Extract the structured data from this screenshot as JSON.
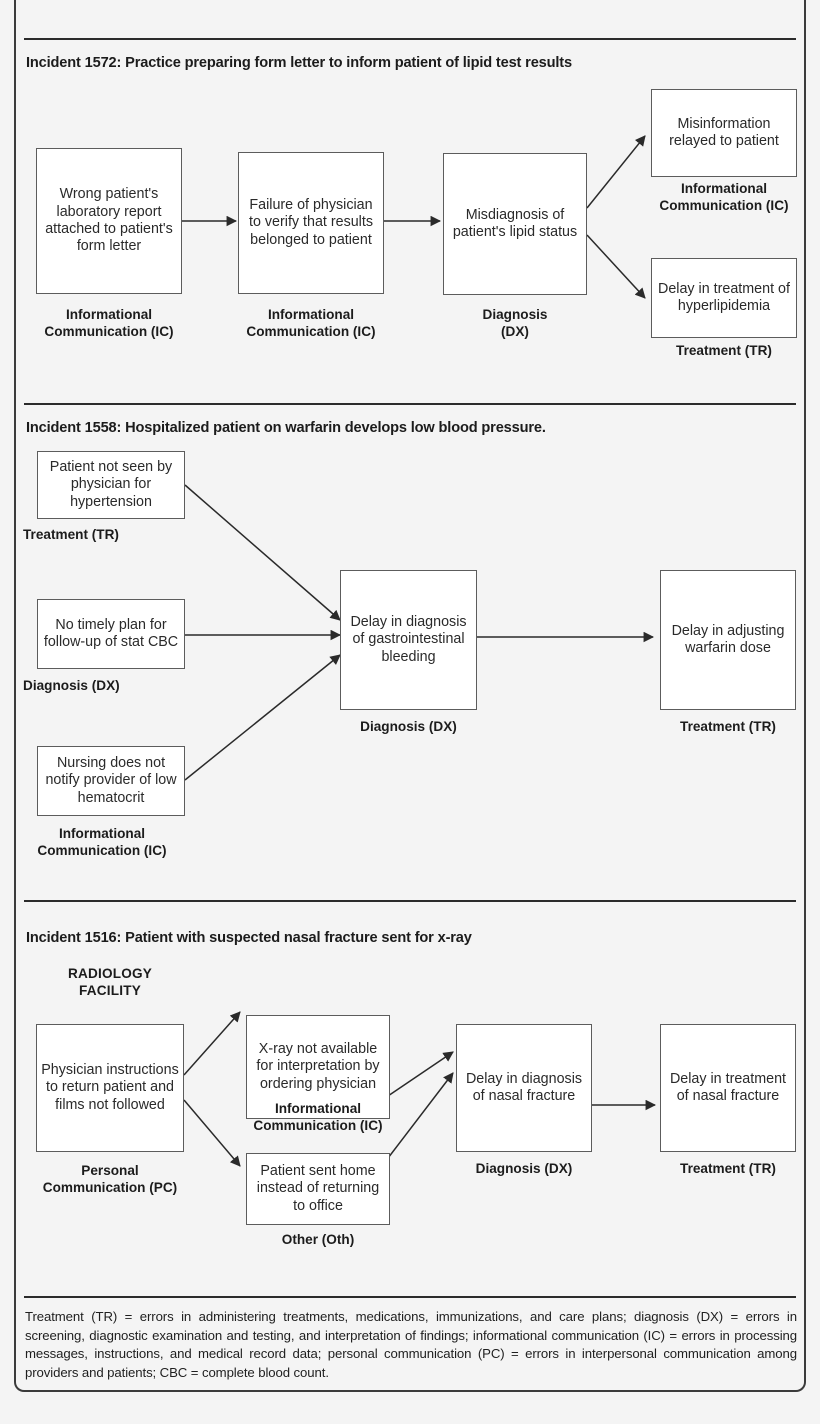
{
  "figure": {
    "sections": [
      {
        "id": "incident-1572",
        "title": "Incident 1572: Practice preparing form letter to inform patient of lipid test results",
        "nodes": [
          {
            "id": "n1572-a",
            "text": "Wrong patient's laboratory report attached to patient's form letter",
            "category": "Informational\nCommunication (IC)"
          },
          {
            "id": "n1572-b",
            "text": "Failure of physician to verify that results belonged to patient",
            "category": "Informational\nCommunication (IC)"
          },
          {
            "id": "n1572-c",
            "text": "Misdiagnosis of patient's lipid status",
            "category": "Diagnosis\n(DX)"
          },
          {
            "id": "n1572-d",
            "text": "Misinformation relayed to patient",
            "category": "Informational\nCommunication (IC)"
          },
          {
            "id": "n1572-e",
            "text": "Delay in treatment of hyperlipidemia",
            "category": "Treatment (TR)"
          }
        ]
      },
      {
        "id": "incident-1558",
        "title": "Incident 1558: Hospitalized patient on warfarin develops low blood pressure.",
        "nodes": [
          {
            "id": "n1558-a",
            "text": "Patient not seen by physician for hypertension",
            "category": "Treatment (TR)"
          },
          {
            "id": "n1558-b",
            "text": "No timely plan for follow-up of stat CBC",
            "category": "Diagnosis (DX)"
          },
          {
            "id": "n1558-c",
            "text": "Nursing does not notify provider of low hematocrit",
            "category": "Informational\nCommunication (IC)"
          },
          {
            "id": "n1558-d",
            "text": "Delay in diagnosis of gastrointestinal bleeding",
            "category": "Diagnosis (DX)"
          },
          {
            "id": "n1558-e",
            "text": "Delay in adjusting warfarin dose",
            "category": "Treatment (TR)"
          }
        ]
      },
      {
        "id": "incident-1516",
        "title": "Incident 1516: Patient with suspected nasal fracture sent for x-ray",
        "facility_label": "RADIOLOGY\nFACILITY",
        "nodes": [
          {
            "id": "n1516-a",
            "text": "Physician instructions to return patient and films not followed",
            "category": "Personal\nCommunication (PC)"
          },
          {
            "id": "n1516-b",
            "text": "X-ray not available for interpretation by ordering physician",
            "category": "Informational\nCommunication (IC)"
          },
          {
            "id": "n1516-c",
            "text": "Patient sent home instead of returning to office",
            "category": "Other (Oth)"
          },
          {
            "id": "n1516-d",
            "text": "Delay in diagnosis of nasal fracture",
            "category": "Diagnosis (DX)"
          },
          {
            "id": "n1516-e",
            "text": "Delay in treatment of nasal fracture",
            "category": "Treatment (TR)"
          }
        ]
      }
    ],
    "footnote": "Treatment (TR) = errors in administering treatments, medications, immunizations, and care plans; diagnosis (DX) = errors in screening, diagnostic examination and testing, and interpretation of findings; informational communication (IC) = errors in processing messages, instructions, and medical record data; personal communication (PC) = errors in interpersonal communication among providers and patients; CBC = complete blood count."
  },
  "colors": {
    "page_background": "#f4f4f4",
    "node_fill": "#ffffff",
    "node_border": "#5c5c5c",
    "rule": "#2b2b2b",
    "text": "#2a2a2a",
    "bold_text": "#1c1c1c"
  }
}
